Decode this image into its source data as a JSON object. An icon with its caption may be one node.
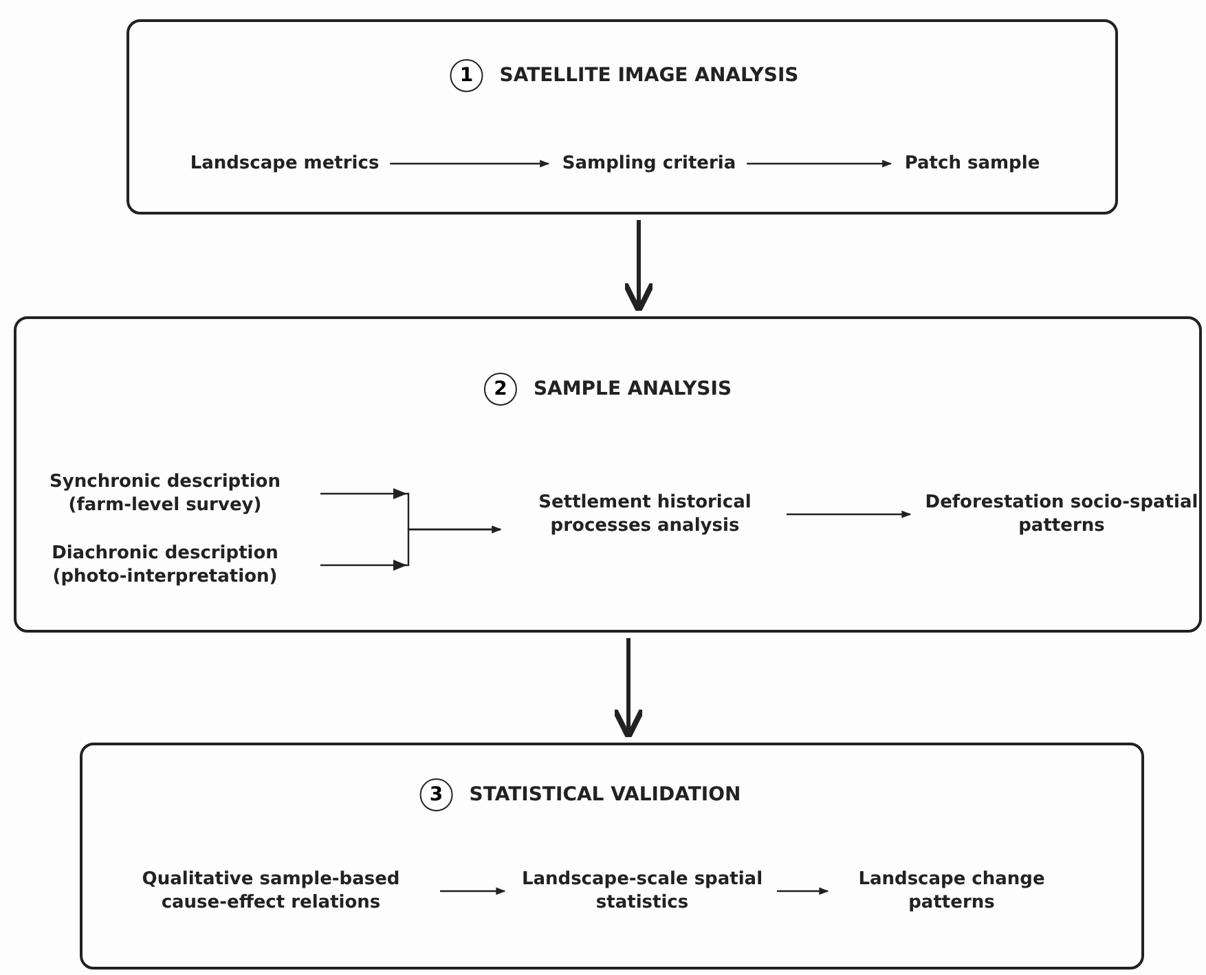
{
  "diagram": {
    "nodes": [
      {
        "text": [
          "SATELLITE IMAGE ANALYSIS"
        ]
      },
      {
        "text": [
          "1"
        ],
        "in": 0
      },
      {
        "text": [
          "Landscape metrics"
        ],
        "in": 0
      },
      {
        "text": [
          "Sampling criteria"
        ],
        "in": 0
      },
      {
        "text": [
          "Patch sample"
        ],
        "in": 0
      },
      {
        "text": [
          "SAMPLE ANALYSIS"
        ]
      },
      {
        "text": [
          "2"
        ],
        "in": 5
      },
      {
        "text": [
          "Synchronic description (farm-level survey)"
        ],
        "in": 5
      },
      {
        "text": [
          "Diachronic description (photo-interpretation)"
        ],
        "in": 5
      },
      {
        "text": [
          "Settlement historical processes analysis"
        ],
        "in": 5
      },
      {
        "text": [
          "Deforestation socio-spatial patterns"
        ],
        "in": 5
      },
      {
        "text": [
          "STATISTICAL VALIDATION"
        ]
      },
      {
        "text": [
          "3"
        ],
        "in": 11
      },
      {
        "text": [
          "Qualitative sample-based cause-effect relations"
        ],
        "in": 11
      },
      {
        "text": [
          "Landscape-scale spatial statistics"
        ],
        "in": 11
      },
      {
        "text": [
          "Landscape change patterns"
        ],
        "in": 11
      }
    ],
    "edges": [
      {
        "from": 2,
        "to": 3,
        "arrow": "to"
      },
      {
        "from": 3,
        "to": 4,
        "arrow": "to"
      },
      {
        "from": 0,
        "to": 5,
        "arrow": "to",
        "style": "thick"
      },
      {
        "from": 7,
        "to": 9,
        "arrow": "to"
      },
      {
        "from": 8,
        "to": 9,
        "arrow": "to"
      },
      {
        "from": 9,
        "to": 10,
        "arrow": "to"
      },
      {
        "from": 5,
        "to": 11,
        "arrow": "to",
        "style": "thick"
      },
      {
        "from": 13,
        "to": 14,
        "arrow": "to"
      },
      {
        "from": 14,
        "to": 15,
        "arrow": "to"
      }
    ]
  }
}
